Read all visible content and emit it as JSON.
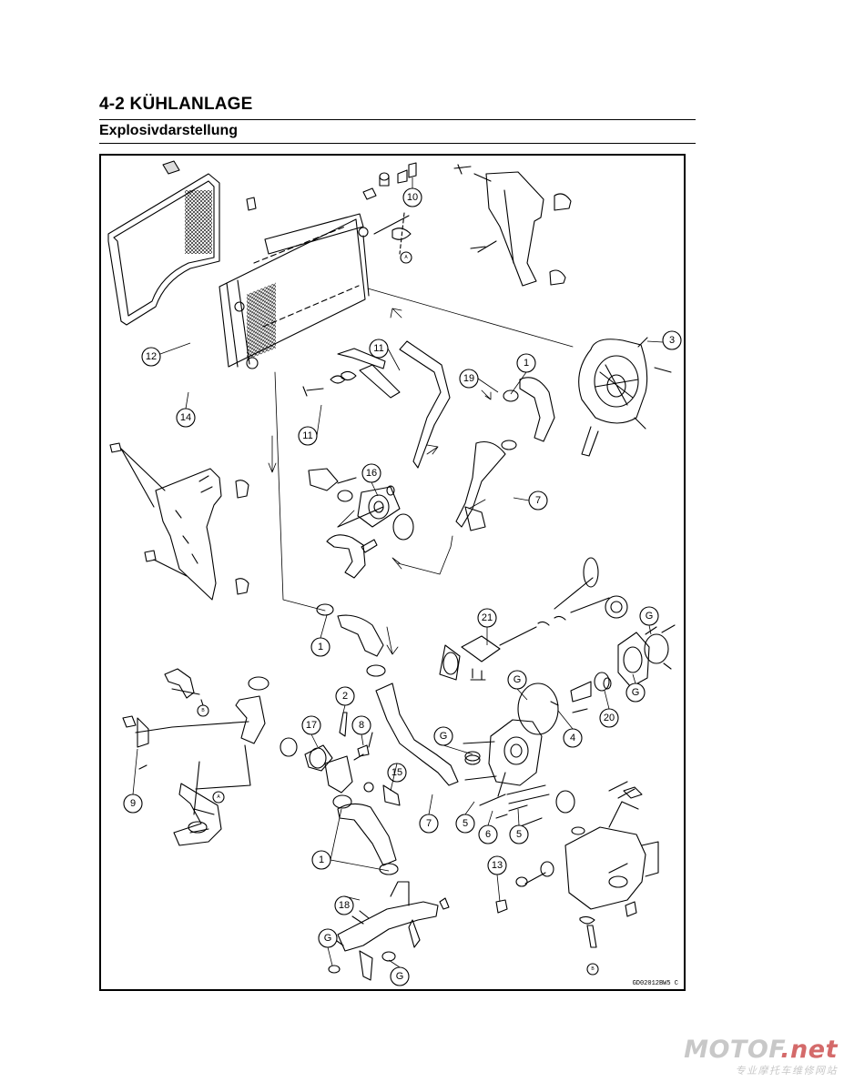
{
  "header": {
    "chapter_title": "4-2 KÜHLANLAGE",
    "section_title": "Explosivdarstellung"
  },
  "diagram": {
    "figure_code": "GD02012BW5 C",
    "callouts": {
      "c1": "1",
      "c2": "2",
      "c3": "3",
      "c4": "4",
      "c5": "5",
      "c6": "6",
      "c7": "7",
      "c8": "8",
      "c9": "9",
      "c10": "10",
      "c11": "11",
      "c12": "12",
      "c13": "13",
      "c14": "14",
      "c15": "15",
      "c16": "16",
      "c17": "17",
      "c18": "18",
      "c19": "19",
      "c20": "20",
      "c21": "21",
      "g": "G",
      "a": "A",
      "b": "B"
    }
  },
  "watermark": {
    "brand_main": "MOTOF",
    "brand_tld": ".net",
    "tagline": "专业摩托车维修网站"
  }
}
